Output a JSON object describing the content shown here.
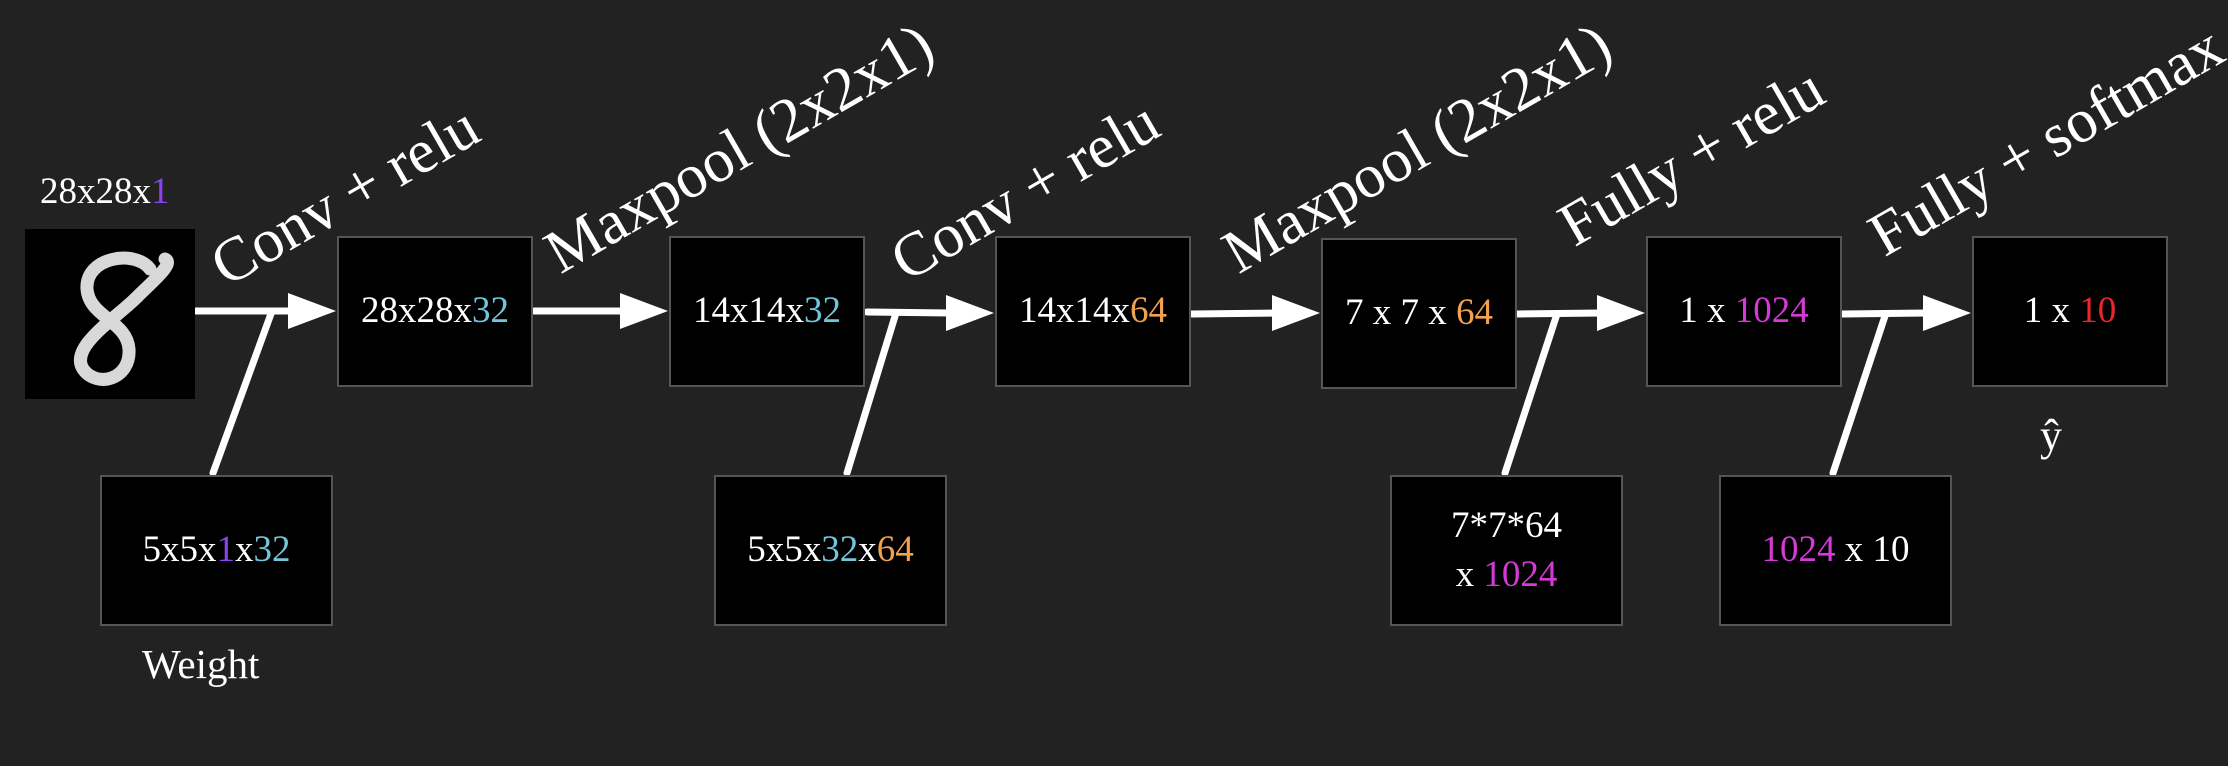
{
  "input": {
    "shape_a": "28x28x",
    "shape_b": "1"
  },
  "operations": {
    "op1": "Conv + relu",
    "op2": "Maxpool (2x2x1)",
    "op3": "Conv + relu",
    "op4": "Maxpool (2x2x1)",
    "op5": "Fully + relu",
    "op6": "Fully + softmax"
  },
  "layers": {
    "l1": {
      "a": "28x28x",
      "b": "32"
    },
    "l2": {
      "a": "14x14x",
      "b": "32"
    },
    "l3": {
      "a": "14x14x",
      "b": "64"
    },
    "l4": {
      "a": "7 x 7 x ",
      "b": "64"
    },
    "l5": {
      "a": "1 x ",
      "b": "1024"
    },
    "l6": {
      "a": "1 x ",
      "b": "10"
    }
  },
  "weights": {
    "w1": {
      "a": "5x5x",
      "b": "1",
      "c": "x",
      "d": "32"
    },
    "w2": {
      "a": "5x5x",
      "b": "32",
      "c": "x",
      "d": "64"
    },
    "w3": {
      "line1": "7*7*64",
      "a": "x ",
      "b": "1024"
    },
    "w4": {
      "a": "1024",
      "b": " x 10"
    }
  },
  "weight_label": "Weight",
  "output_label": "ŷ",
  "colors": {
    "background": "#222222",
    "purple": "#8a42ee",
    "cyan": "#72c6dc",
    "orange": "#f2a24e",
    "magenta": "#d63ad6",
    "red": "#e8262c"
  }
}
